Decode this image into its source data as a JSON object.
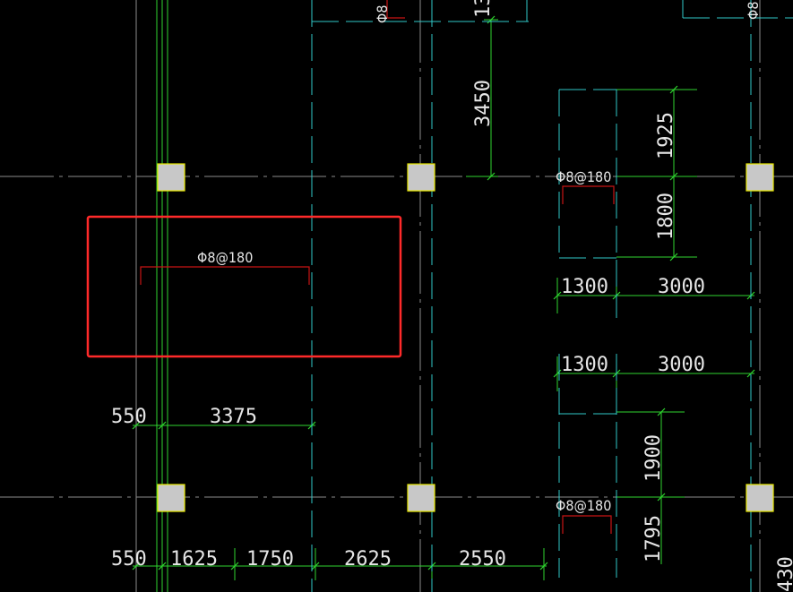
{
  "drawing": {
    "colors": {
      "background": "#000000",
      "grid_axis": "#8c8c8c",
      "green_line": "#2fd52f",
      "cyan_beam": "#31c9c9",
      "rebar_red": "#c81414",
      "selection": "#ff2a2a",
      "column_fill": "#c8c8c8",
      "column_edge": "#e8e800",
      "text": "#e6e6e6"
    },
    "rebar_labels": {
      "top_left": "Φ8",
      "top_right": "Φ8",
      "upper_middle": "Φ8@180",
      "selected": "Φ8@180",
      "lower_middle": "Φ8@180"
    },
    "dimensions": {
      "top_vertical_partial": "13",
      "vertical_3450": "3450",
      "vertical_1925": "1925",
      "vertical_1800": "1800",
      "horizontal_1300_a": "1300",
      "horizontal_3000_a": "3000",
      "horizontal_1300_b": "1300",
      "horizontal_3000_b": "3000",
      "vertical_1900": "1900",
      "vertical_1795": "1795",
      "mid_550": "550",
      "mid_3375": "3375",
      "bottom_550": "550",
      "bottom_1625": "1625",
      "bottom_1750": "1750",
      "bottom_2625": "2625",
      "bottom_2550": "2550",
      "right_edge_partial": "430"
    }
  }
}
